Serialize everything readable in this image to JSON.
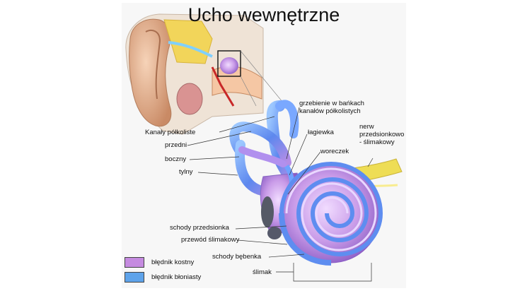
{
  "title": "Ucho wewnętrzne",
  "labels": {
    "kanaly": "Kanały półkoliste",
    "przedni": "przedni",
    "boczny": "boczny",
    "tylny": "tylny",
    "grzebienie": "grzebienie w bańkach\nkanałów półkolistych",
    "lagiewka": "łagiewka",
    "woreczek": "woreczek",
    "nerw": "nerw\nprzedsionkowo\n- ślimakowy",
    "schody_przedsionka": "schody przedsionka",
    "przewod": "przewód ślimakowy",
    "schody_bebenka": "schody bębenka",
    "slimak": "ślimak"
  },
  "legend": [
    {
      "label": "błędnik kostny",
      "color": "#c58be0"
    },
    {
      "label": "błędnik błoniasty",
      "color": "#5ea3ea"
    }
  ],
  "colors": {
    "bony": "#c58be0",
    "membranous": "#5ea3ea",
    "nerve": "#e9d84a",
    "skin": "#e8b48c",
    "cartilage": "#f0d060"
  }
}
